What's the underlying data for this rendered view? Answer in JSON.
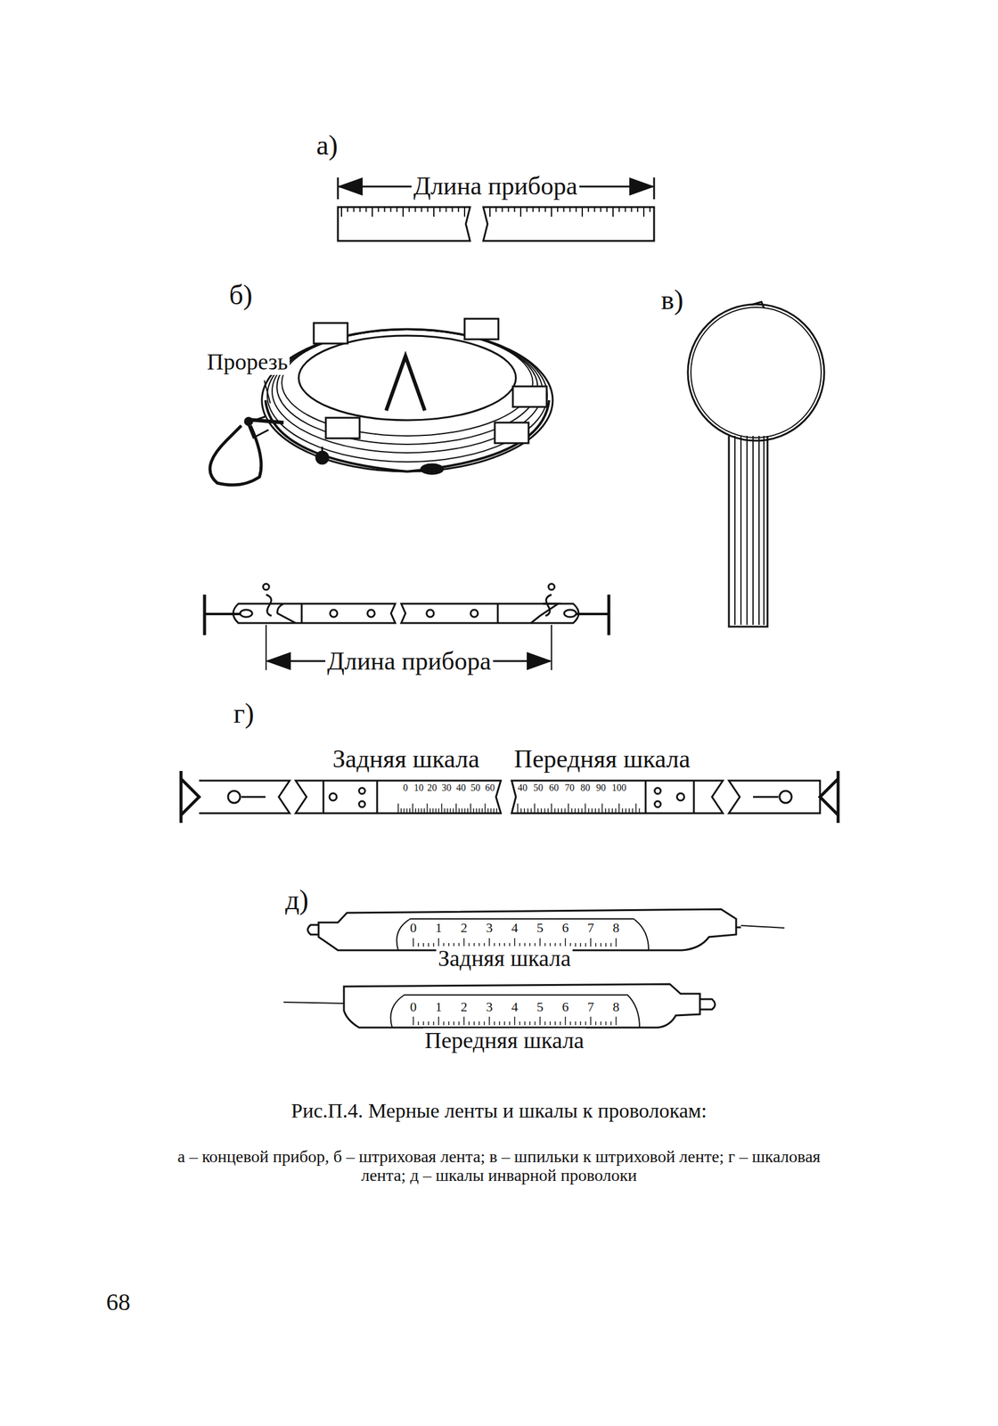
{
  "diagram": {
    "caption": "Рис.П.4. Мерные ленты и шкалы к проволокам:",
    "labels": [
      "а)",
      "Длина прибора",
      "б)",
      "в)",
      "Прорезь",
      "Длина прибора",
      "г)",
      "Задняя шкала",
      "Передняя шкала",
      "0",
      "10",
      "20",
      "30",
      "40",
      "50",
      "60",
      "40",
      "50",
      "60",
      "70",
      "80",
      "90",
      "100",
      "д)",
      "0",
      "1",
      "2",
      "3",
      "4",
      "5",
      "6",
      "7",
      "8",
      "Задняя шкала",
      "0",
      "1",
      "2",
      "3",
      "4",
      "5",
      "6",
      "7",
      "8",
      "Передняя шкала",
      "а – концевой прибор, б – штриховая лента; в – шпильки к штриховой ленте; г – шкаловая лента; д – шкалы инварной проволоки",
      "68"
    ]
  }
}
